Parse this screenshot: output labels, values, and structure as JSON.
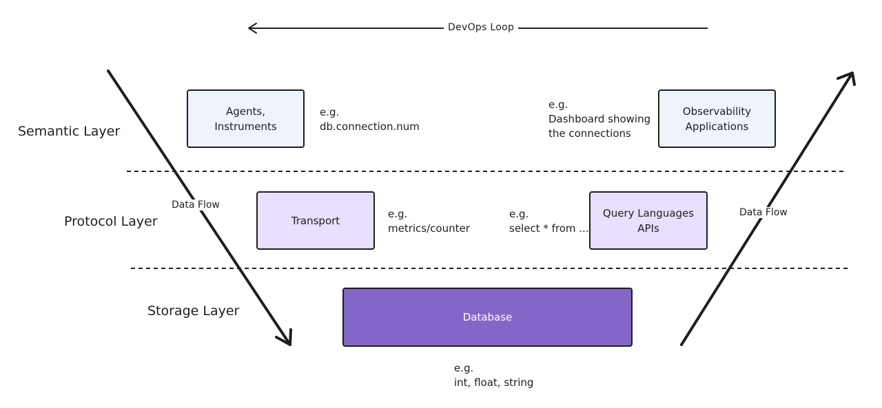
{
  "devops_loop": {
    "label": "DevOps Loop"
  },
  "layers": {
    "semantic": "Semantic Layer",
    "protocol": "Protocol Layer",
    "storage": "Storage Layer"
  },
  "boxes": {
    "agents": "Agents,\nInstruments",
    "observability": "Observability\nApplications",
    "transport": "Transport",
    "query": "Query Languages\nAPIs",
    "database": "Database"
  },
  "notes": {
    "agents_example": "e.g.\ndb.connection.num",
    "observability_example": "e.g.\nDashboard showing\nthe connections",
    "transport_example": "e.g.\nmetrics/counter",
    "query_example": "e.g.\nselect * from ...",
    "database_example": "e.g.\nint, float, string"
  },
  "data_flow": {
    "left": "Data Flow",
    "right": "Data Flow"
  },
  "colors": {
    "stroke": "#1e1e1e",
    "box_light": "#eef3fc",
    "box_mid": "#e8e0fc",
    "box_db": "#8466c9"
  }
}
